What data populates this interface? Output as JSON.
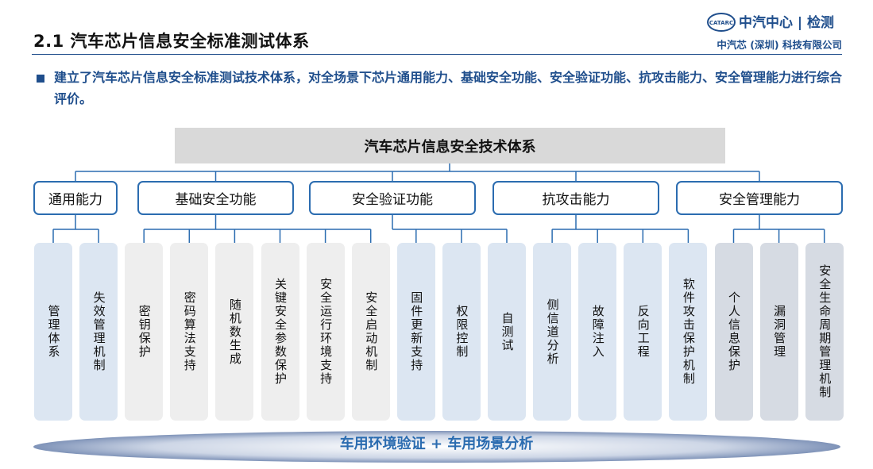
{
  "header": {
    "title": "2.1  汽车芯片信息安全标准测试体系",
    "logo_badge": "CATARC",
    "logo_text": "中汽中心 | 检测",
    "company": "中汽芯 (深圳) 科技有限公司"
  },
  "bullet": "建立了汽车芯片信息安全标准测试技术体系，对全场景下芯片通用能力、基础安全功能、安全验证功能、抗攻击能力、安全管理能力进行综合评价。",
  "diagram": {
    "root": "汽车芯片信息安全技术体系",
    "categories": [
      {
        "label": "通用能力",
        "leaves": [
          "管理体系",
          "失效管理机制"
        ]
      },
      {
        "label": "基础安全功能",
        "leaves": [
          "密钥保护",
          "密码算法支持",
          "随机数生成",
          "关键安全参数保护",
          "安全运行环境支持",
          "安全启动机制"
        ]
      },
      {
        "label": "安全验证功能",
        "leaves": [
          "固件更新支持",
          "权限控制",
          "自测试"
        ]
      },
      {
        "label": "抗攻击能力",
        "leaves": [
          "侧信道分析",
          "故障注入",
          "反向工程",
          "软件攻击保护机制"
        ]
      },
      {
        "label": "安全管理能力",
        "leaves": [
          "个人信息保护",
          "漏洞管理",
          "安全生命周期管理机制"
        ]
      }
    ],
    "footer": "车用环境验证 + 车用场景分析"
  },
  "colors": {
    "accent": "#1f4e8c",
    "category_border": "#2b6cb0",
    "leaf_group_colors": [
      "#dce6f2",
      "#eeeeee",
      "#dce6f2",
      "#dce6f2",
      "#d6dbe3"
    ]
  }
}
